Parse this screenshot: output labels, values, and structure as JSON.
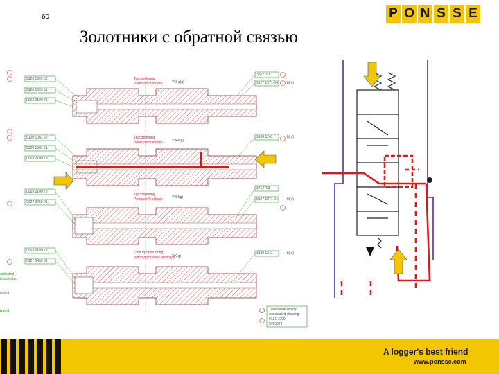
{
  "slide": {
    "page_number": "60",
    "title": "Золотники с обратной связью",
    "logo_letters": [
      "P",
      "O",
      "N",
      "S",
      "S",
      "E"
    ]
  },
  "drawing": {
    "sections": [
      {
        "label_sv": "Tryckterföring",
        "label_en": "Pressure feedback",
        "port": "**D d(g)",
        "left_parts": [
          "9120 1003 52",
          "9120 1003 51",
          "0063 2100 78"
        ],
        "right_parts": [
          "3762793",
          "9127 1971-04"
        ],
        "right_code": "b) c)"
      },
      {
        "label_sv": "Tryckterföring",
        "label_en": "Pressure feedback",
        "port": "**A e(g)",
        "left_parts": [
          "9120 1002 52",
          "9120 1003 51",
          "0063 2100 78"
        ],
        "right_parts": [
          "3180 1241"
        ],
        "right_code": "b) c)"
      },
      {
        "label_sv": "Tryckterföring",
        "label_en": "Pressure feedback",
        "port": "**B f(g)",
        "left_parts": [
          "0063 2100 78",
          "9127 3459 01"
        ],
        "right_parts": [
          "3762793",
          "9127 1971-04"
        ],
        "right_code": "b) c)"
      },
      {
        "label_sv": "Utan trycktterföring",
        "label_en": "Without pressure feedback",
        "port": "**X g)",
        "left_parts": [
          "0063 2100 78",
          "9127 3459 01"
        ],
        "right_parts": [
          "3180 1241"
        ],
        "right_code": "b) c)"
      }
    ],
    "side_notes": [
      "activated",
      "is activated",
      "ivated",
      "ivated"
    ],
    "associated": {
      "label_sv": "Tillhörande ritning:",
      "label_en": "Associated drawing:",
      "numbers": [
        "9121 7000",
        "3765379"
      ]
    }
  },
  "footer": {
    "tagline": "A logger's best friend",
    "url": "www.ponsse.com"
  },
  "colors": {
    "brand_yellow": "#f2c600",
    "hatch_red": "#d23a3a",
    "feedback_red": "#e01818",
    "schematic_purple": "#5a2a9a",
    "label_green": "#2a9a2a"
  }
}
